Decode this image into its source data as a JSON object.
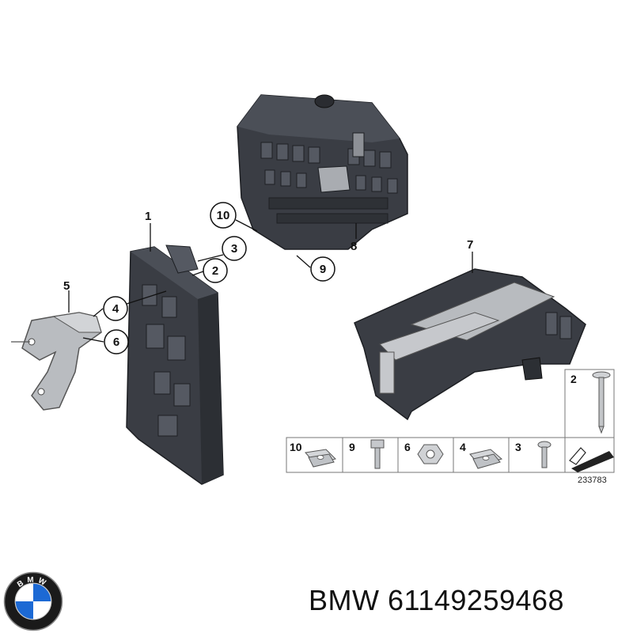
{
  "callouts": {
    "c1": "1",
    "c2": "2",
    "c3": "3",
    "c4": "4",
    "c5": "5",
    "c6": "6",
    "c7": "7",
    "c8": "8",
    "c9": "9",
    "c10": "10"
  },
  "parts_strip": {
    "items": [
      "10",
      "9",
      "6",
      "4",
      "3"
    ],
    "top_item": "2"
  },
  "reference_number": "233783",
  "footer": {
    "brand": "BMW",
    "part_number": "61149259468",
    "logo_letters": "BMW"
  },
  "colors": {
    "part_dark": "#3a3d44",
    "part_mid": "#555962",
    "bracket": "#b9bcc0",
    "logo_blue": "#1c69d4",
    "logo_ring": "#1a1a1a"
  }
}
